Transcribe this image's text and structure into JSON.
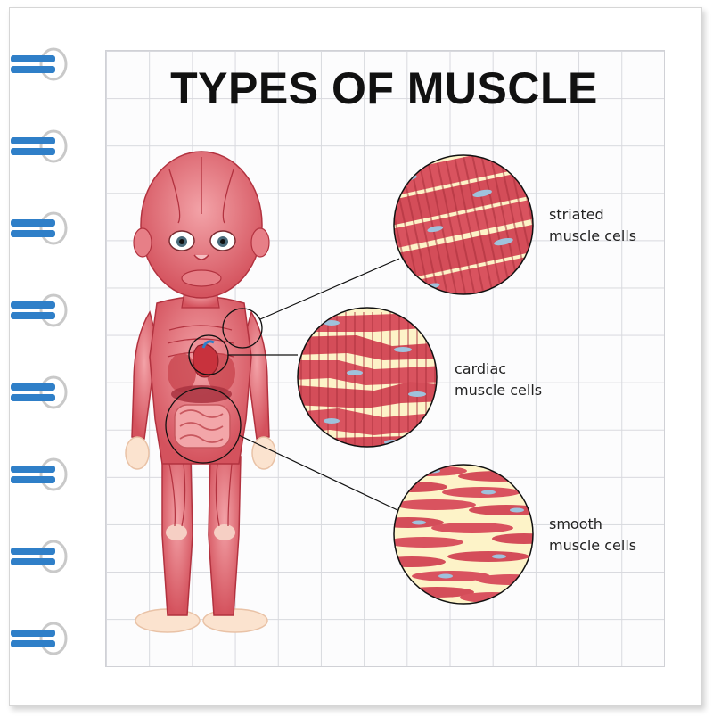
{
  "title": "TYPES OF MUSCLE",
  "labels": [
    {
      "line1": "striated",
      "line2": "muscle cells"
    },
    {
      "line1": "cardiac",
      "line2": "muscle cells"
    },
    {
      "line1": "smooth",
      "line2": "muscle cells"
    }
  ],
  "colors": {
    "muscle": "#d9535f",
    "muscle_dark": "#b2323f",
    "cell_background": "#fdf3c8",
    "nucleus": "#9fc2dc",
    "spiral_ring": "#2f7fc8",
    "grid_line": "#d8d9de"
  }
}
